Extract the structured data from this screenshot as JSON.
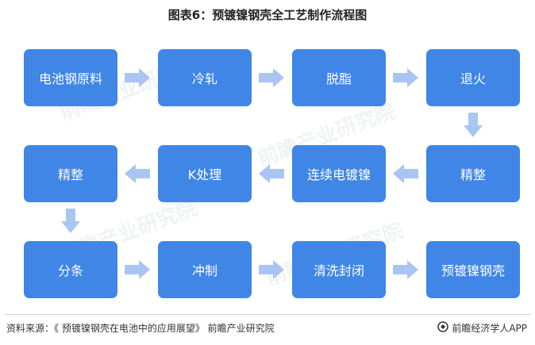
{
  "title": "图表6：预镀镍钢壳全工艺制作流程图",
  "steps": [
    "电池钢原料",
    "冷轧",
    "脱脂",
    "退火",
    "精整",
    "连续电镀镍",
    "K处理",
    "精整",
    "分条",
    "冲制",
    "清洗封闭",
    "预镀镍钢壳"
  ],
  "source": "资料来源：《 预镀镍钢壳在电池中的应用展望》 前瞻产业研究院",
  "brand": "前瞻经济学人APP",
  "watermark": "前瞻产业研究院",
  "colors": {
    "box": "#3f86e6",
    "arrow": "#a9c6f2"
  }
}
